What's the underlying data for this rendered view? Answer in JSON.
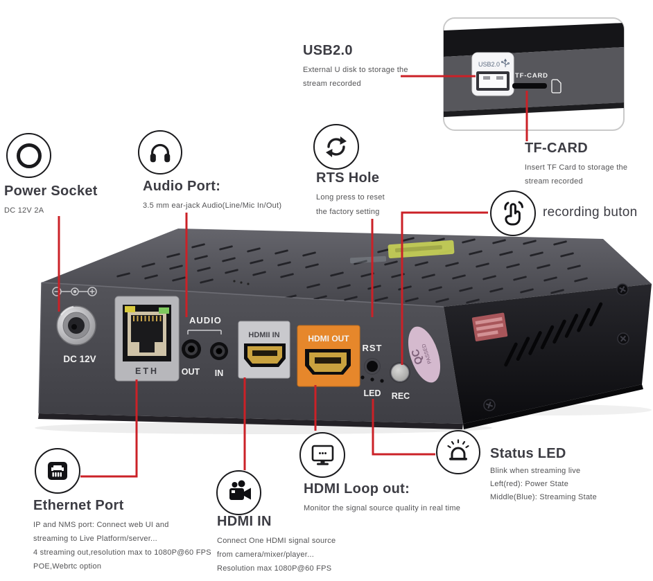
{
  "palette": {
    "accent_red": "#cb2127",
    "device_front": "#4a4a50",
    "device_side": "#141417",
    "device_top": "#55555b",
    "hdmi_out_plate": "#e6872b"
  },
  "callouts": {
    "usb": {
      "title": "USB2.0",
      "lines": [
        "External U disk to storage the",
        "stream recorded"
      ]
    },
    "tf_card": {
      "title": "TF-CARD",
      "lines": [
        "Insert TF Card to storage the",
        "stream recorded"
      ]
    },
    "power": {
      "title": "Power Socket",
      "lines": [
        "DC 12V 2A"
      ]
    },
    "audio": {
      "title": "Audio Port:",
      "lines": [
        "3.5 mm ear-jack Audio(Line/Mic In/Out)"
      ]
    },
    "rts": {
      "title": "RTS Hole",
      "lines": [
        "Long press to reset",
        "the factory setting"
      ]
    },
    "recording": {
      "title": "recording buton"
    },
    "ethernet": {
      "title": "Ethernet Port",
      "lines": [
        "IP and NMS port: Connect web UI and",
        "streaming to Live Platform/server...",
        "4 streaming out,resolution max to 1080P@60 FPS",
        "POE,Webrtc option"
      ]
    },
    "hdmi_in": {
      "title": "HDMI IN",
      "lines": [
        "Connect One HDMI signal source",
        "from camera/mixer/player...",
        "Resolution max 1080P@60 FPS"
      ]
    },
    "hdmi_loop": {
      "title": "HDMI Loop out:",
      "lines": [
        "Monitor the signal source quality in real time"
      ]
    },
    "status_led": {
      "title": "Status LED",
      "lines": [
        "Blink when streaming live",
        "Left(red): Power State",
        "Middle(Blue): Streaming State"
      ]
    }
  },
  "device_panel": {
    "dc_label": "DC 12V",
    "eth_label": "ETH",
    "audio_label": "AUDIO",
    "audio_out_label": "OUT",
    "audio_in_label": "IN",
    "hdmi_in_plate": "HDMII IN",
    "hdmi_out_plate": "HDMI OUT",
    "rst_label": "RST",
    "led_label": "LED",
    "rec_label": "REC",
    "qc_sticker_line1": "QC",
    "qc_sticker_line2": "PASSED"
  },
  "inset_photo": {
    "usb_port_label": "USB2.0",
    "tf_slot_label": "TF-CARD"
  }
}
